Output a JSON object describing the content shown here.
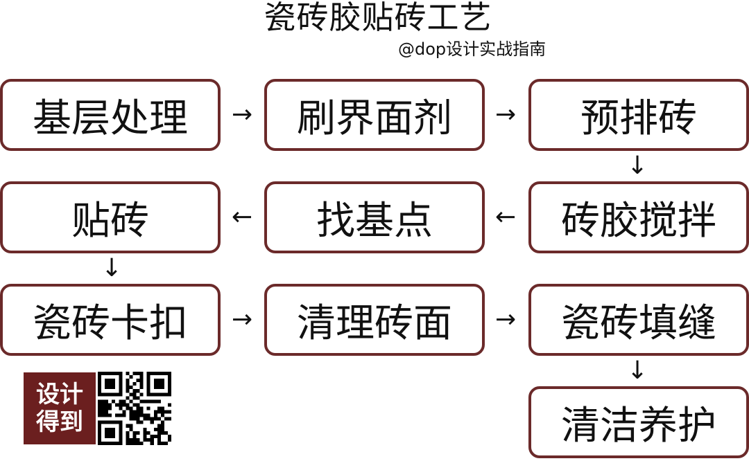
{
  "title": "瓷砖胶贴砖工艺",
  "credit": "@dop设计实战指南",
  "steps": [
    {
      "label": "基层处理"
    },
    {
      "label": "刷界面剂"
    },
    {
      "label": "预排砖"
    },
    {
      "label": "砖胶搅拌"
    },
    {
      "label": "找基点"
    },
    {
      "label": "贴砖"
    },
    {
      "label": "瓷砖卡扣"
    },
    {
      "label": "清理砖面"
    },
    {
      "label": "瓷砖填缝"
    },
    {
      "label": "清洁养护"
    }
  ],
  "logo": {
    "line1": "设计",
    "line2": "得到"
  },
  "colors": {
    "border": "#6b2a2a",
    "logo_bg": "#6b1f1f"
  }
}
